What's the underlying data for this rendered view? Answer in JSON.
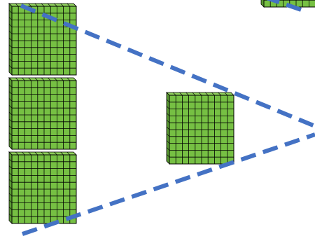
{
  "colors": {
    "block_front": "#76c043",
    "block_side": "#5a9a32",
    "block_top": "#8fd05c",
    "grid_line": "#000000",
    "dashed_line": "#4472c4",
    "background": "#ffffff"
  },
  "grid": {
    "columns": 10,
    "rows": 10
  },
  "blocks": [
    {
      "name": "block-left-top"
    },
    {
      "name": "block-left-middle"
    },
    {
      "name": "block-left-bottom"
    },
    {
      "name": "block-center"
    },
    {
      "name": "block-top-right-partial"
    }
  ],
  "lines": [
    {
      "name": "dashed-line-upper"
    },
    {
      "name": "dashed-line-lower"
    },
    {
      "name": "dashed-line-top-right"
    }
  ]
}
